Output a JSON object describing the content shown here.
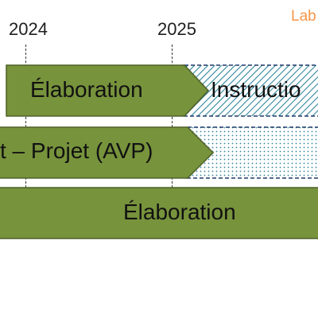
{
  "timeline": {
    "years": [
      "2024",
      "2025"
    ],
    "badge_label": "Lab"
  },
  "rows": [
    {
      "phase_a": "Élaboration",
      "phase_b": "Instructio"
    },
    {
      "phase_a": "t – Projet (AVP)"
    },
    {
      "phase_a": "Élaboration"
    }
  ],
  "colors": {
    "phase_green": "#77933c",
    "phase_green_border": "#4f6228",
    "hatch_blue": "#31859c",
    "dotted_border": "#1f3a68",
    "badge_orange": "#f79646"
  }
}
